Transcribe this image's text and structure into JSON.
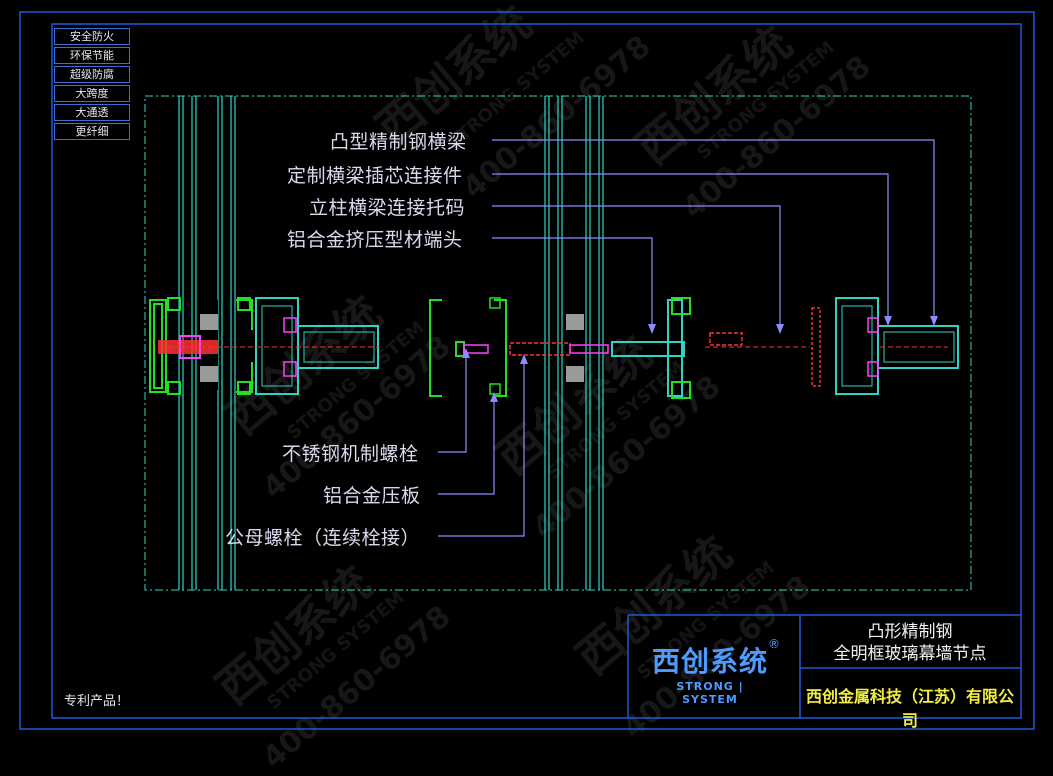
{
  "features": [
    "安全防火",
    "环保节能",
    "超级防腐",
    "大跨度",
    "大通透",
    "更纤细"
  ],
  "callouts_right": [
    "凸型精制钢横梁",
    "定制横梁插芯连接件",
    "立柱横梁连接托码",
    "铝合金挤压型材端头"
  ],
  "callouts_bottom": [
    "不锈钢机制螺栓",
    "铝合金压板",
    "公母螺栓（连续栓接）"
  ],
  "patent": "专利产品！",
  "title_block": {
    "title_line1": "凸形精制钢",
    "title_line2": "全明框玻璃幕墙节点",
    "company": "西创金属科技（江苏）有限公司",
    "logo_cn": "西创系统",
    "logo_en": "STRONG | SYSTEM",
    "logo_reg": "®"
  },
  "watermark": {
    "cn": "西创系统",
    "en": "STRONG SYSTEM",
    "phone": "400-860-6978",
    "reg": "®"
  },
  "colors": {
    "border": "#1e5bd6",
    "frame_green": "#22e022",
    "cyan": "#2fd4c4",
    "label": "#d9d9ee",
    "leader": "#8c8cff",
    "red": "#ff3030",
    "magenta": "#ff40ff",
    "company": "#f2ee44",
    "logo": "#4e9bff"
  }
}
